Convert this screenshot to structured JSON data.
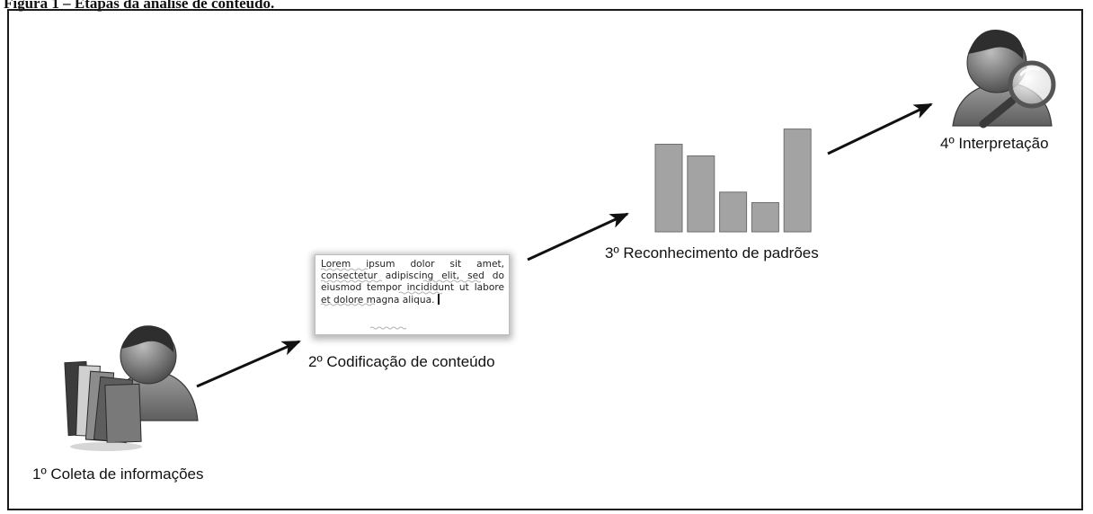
{
  "figure": {
    "caption": "Figura 1 – Etapas da análise de conteúdo."
  },
  "steps": [
    {
      "label": "1º Coleta de informações",
      "icon": "user-with-documents-icon"
    },
    {
      "label": "2º Codificação de conteúdo",
      "icon": "text-document-icon"
    },
    {
      "label": "3º Reconhecimento de padrões",
      "icon": "bar-chart-icon"
    },
    {
      "label": "4º Interpretação",
      "icon": "user-with-magnifier-icon"
    }
  ],
  "document_text": "Lorem ipsum dolor sit amet, consectetur adipiscing elit, sed do eiusmod tempor incididunt ut labore et dolore magna aliqua.",
  "bar_chart": {
    "values": [
      75,
      65,
      34,
      25,
      88
    ],
    "color": "#a3a3a3"
  },
  "colors": {
    "arrow": "#111111",
    "person_dark": "#4a4a4a",
    "person_light": "#9a9a9a"
  }
}
